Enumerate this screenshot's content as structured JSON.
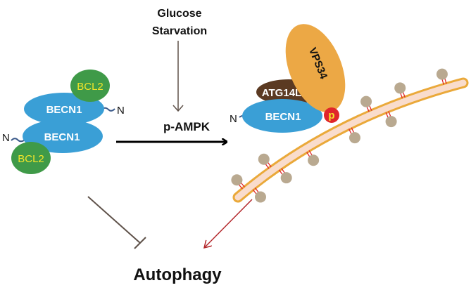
{
  "labels": {
    "stimulus": [
      "Glucose",
      "Starvation"
    ],
    "kinase": "p-AMPK",
    "outcome": "Autophagy",
    "bcl2": "BCL2",
    "becn1": "BECN1",
    "n_terminus": "N",
    "atg14l": "ATG14L",
    "vps34": "VPS34",
    "phospho": "p"
  },
  "colors": {
    "becn1": "#3a9fd6",
    "bcl2": "#3f9a48",
    "bcl2_text": "#f2e52a",
    "atg14l": "#5b3a22",
    "vps34": "#eca845",
    "phospho": "#e0262a",
    "membrane_edge": "#eaa93a",
    "membrane_fill": "#f9dccc",
    "lipid_ball": "#b9a990",
    "activation_arrow": "#b3262a",
    "inhibition": "#5e5149"
  }
}
